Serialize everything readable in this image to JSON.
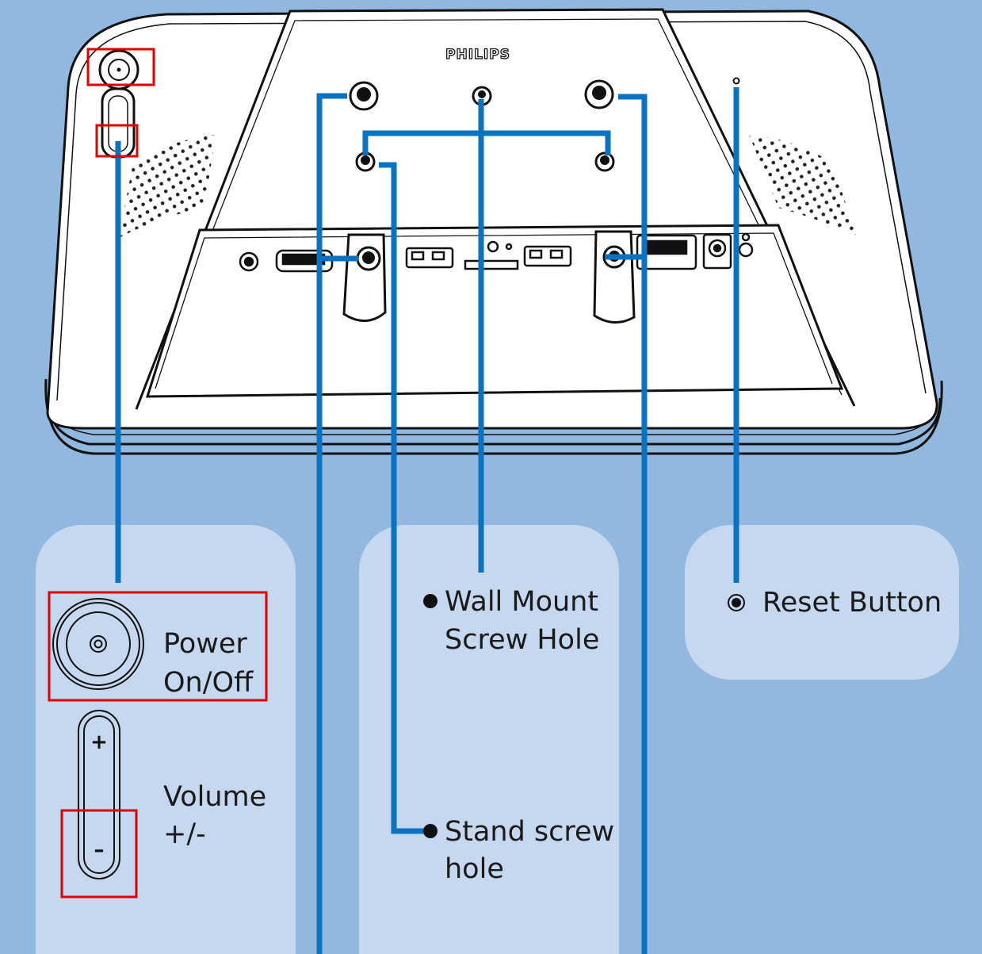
{
  "device": {
    "brand": "PHILIPS"
  },
  "labels": {
    "power": [
      "Power",
      "On/Off"
    ],
    "volume": [
      "Volume",
      "+/-"
    ],
    "wall_mount": [
      "Wall Mount",
      "Screw Hole"
    ],
    "stand_screw": [
      "Stand screw",
      "hole"
    ],
    "reset": "Reset Button"
  },
  "volume_symbols": {
    "plus": "+",
    "minus": "–"
  },
  "colors": {
    "background": "#93b8df",
    "panel": "#c5d8ef",
    "leader_line": "#0a72c0",
    "highlight_box": "#e00000"
  }
}
